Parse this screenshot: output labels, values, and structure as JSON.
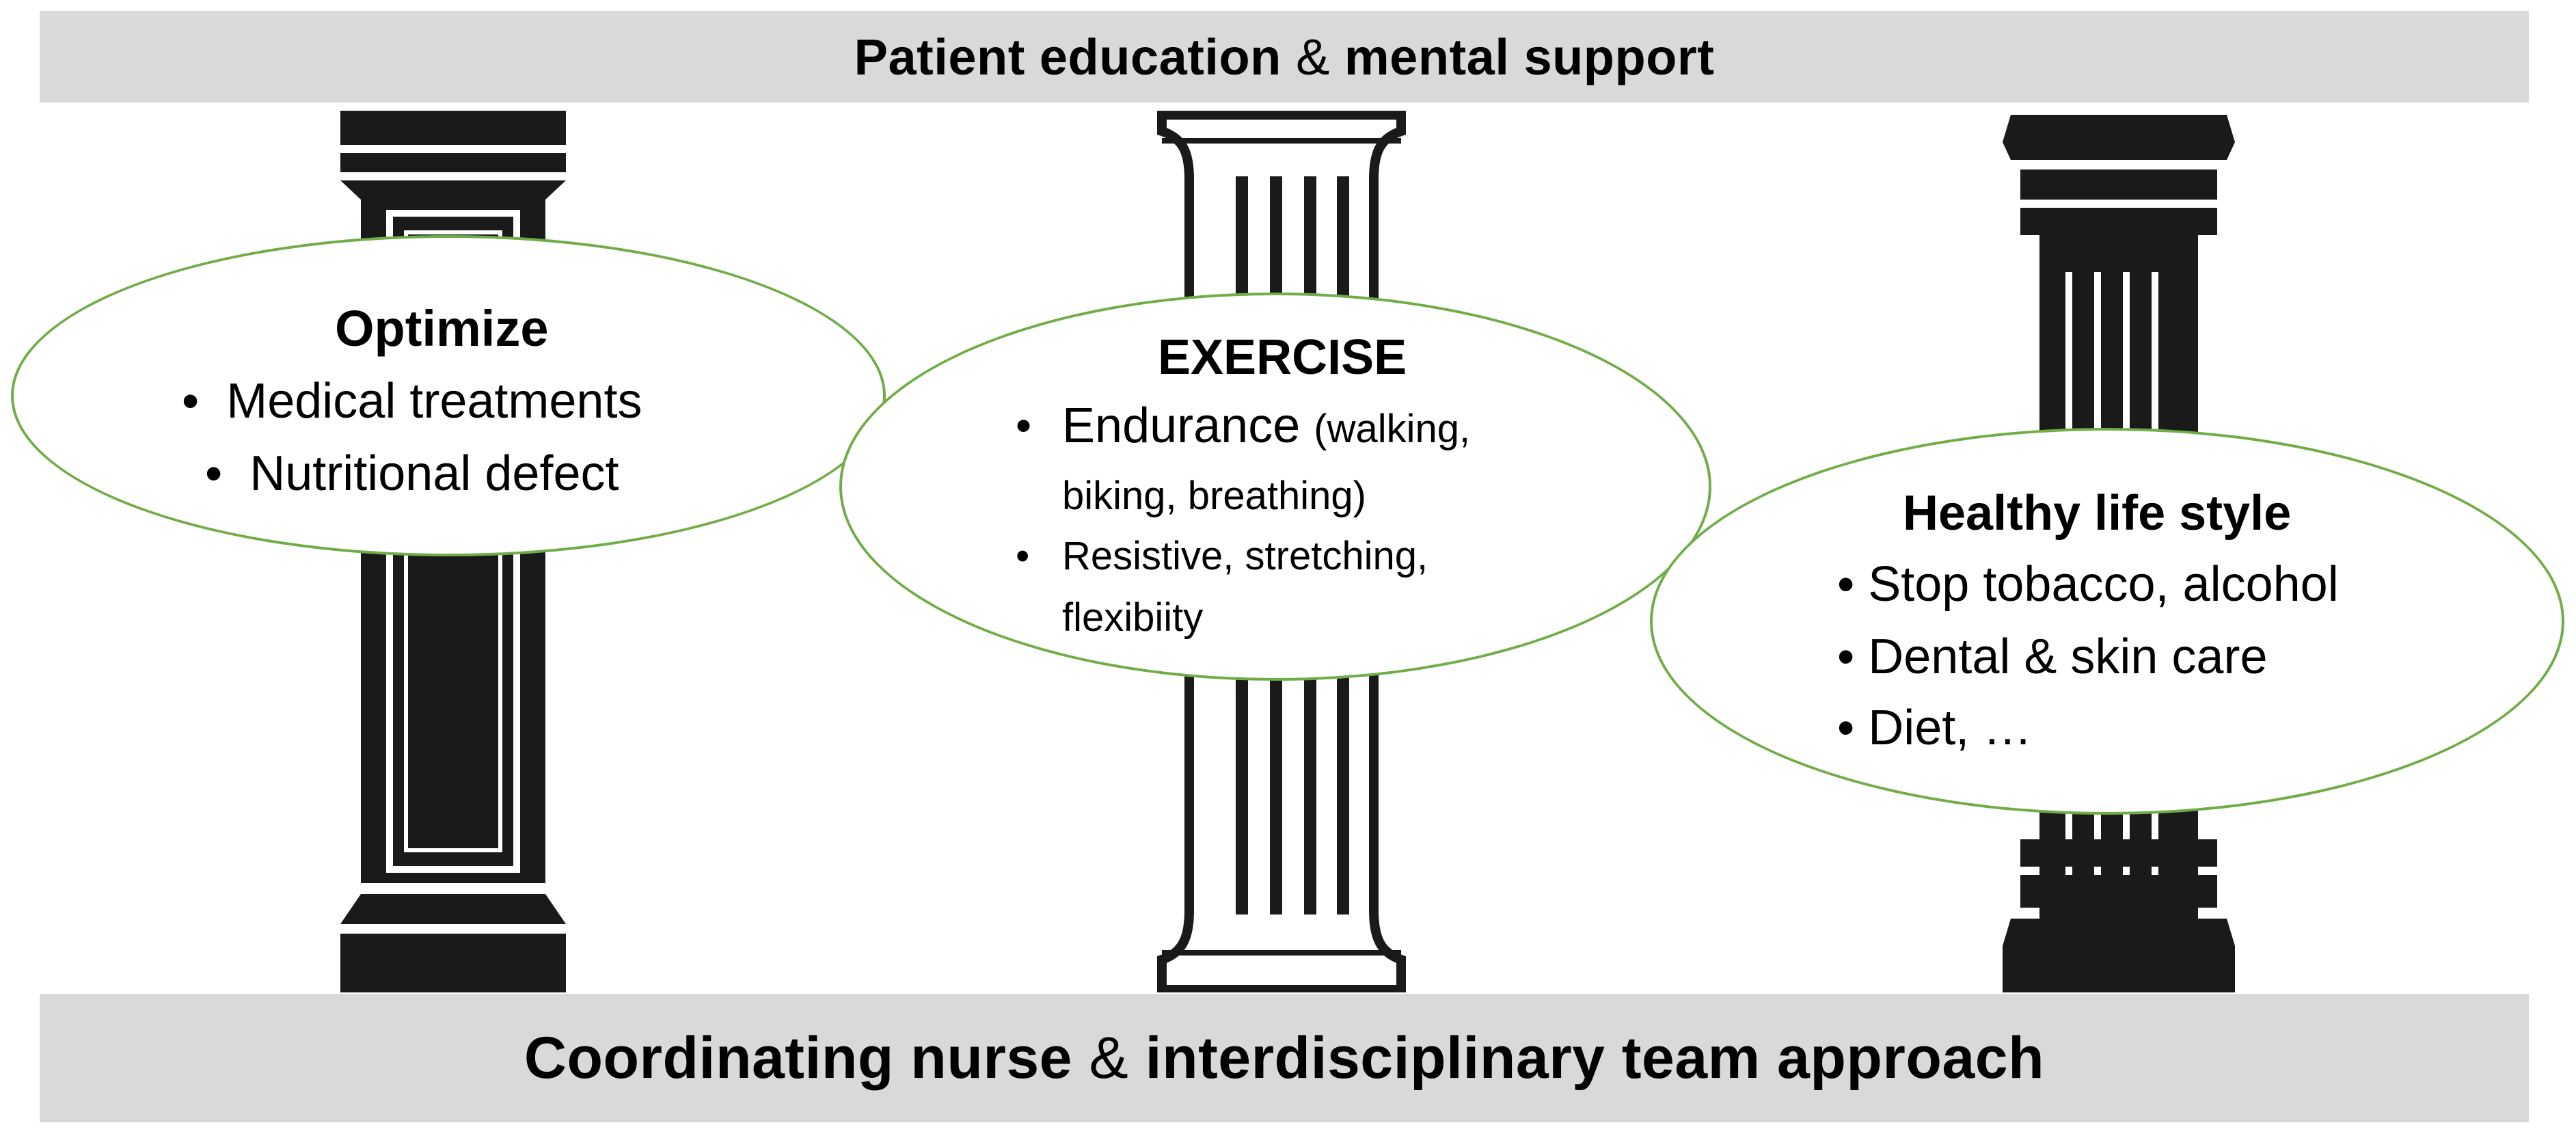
{
  "top_banner": {
    "strong_a": "Patient education",
    "amp": "&",
    "strong_b": "mental support"
  },
  "bottom_banner": {
    "strong_a": "Coordinating nurse",
    "amp": "&",
    "strong_b": "interdisciplinary team approach"
  },
  "optimize": {
    "title": "Optimize",
    "bullet": "•",
    "items": [
      "Medical treatments",
      "Nutritional defect"
    ]
  },
  "exercise": {
    "title": "EXERCISE",
    "bullet": "•",
    "item1_main": "Endurance",
    "item1_detail_a": "(walking,",
    "item1_detail_b": "biking, breathing)",
    "item2_a": "Resistive, stretching,",
    "item2_b": "flexibiity"
  },
  "lifestyle": {
    "title": "Healthy life style",
    "bullet": "•",
    "items": [
      "Stop tobacco, alcohol",
      "Dental & skin care",
      "Diet, …"
    ]
  },
  "colors": {
    "banner": "#d9d9d9",
    "ellipse_border": "#70ad47",
    "pillar": "#1a1a1a"
  }
}
